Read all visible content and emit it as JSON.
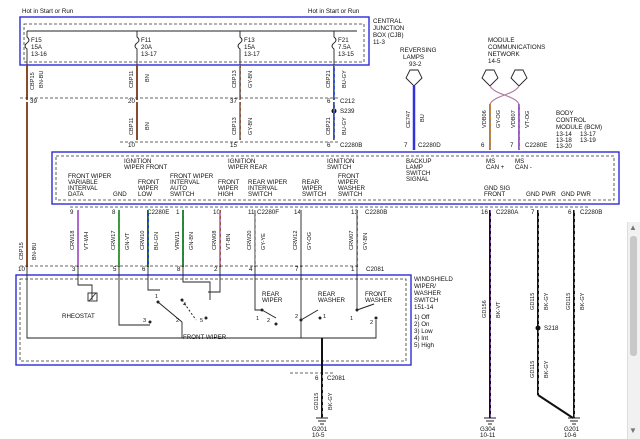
{
  "diagram": {
    "top_labels": [
      "Hot in Start or Run",
      "Hot in Start or Run"
    ],
    "cjb": {
      "title": [
        "CENTRAL",
        "JUNCTION",
        "BOX (CJB)",
        "11-3"
      ]
    },
    "fuses": [
      {
        "name": "F15",
        "amps": "15A",
        "ref": "13-16"
      },
      {
        "name": "F11",
        "amps": "20A",
        "ref": "13-17"
      },
      {
        "name": "F13",
        "amps": "15A",
        "ref": "13-17"
      },
      {
        "name": "F21",
        "amps": "7.5A",
        "ref": "13-15"
      }
    ],
    "upper_wires": [
      {
        "circuit": "CBP15",
        "color": "BN-BU",
        "pin": "39"
      },
      {
        "circuit": "CBP11",
        "color": "BN",
        "pin": "20"
      },
      {
        "circuit": "CBP13",
        "color": "GY-BN",
        "pin": "37"
      },
      {
        "circuit": "CBP21",
        "color": "BU-GY",
        "pin": "6"
      }
    ],
    "connector_c212": "C212",
    "splice_s239": "S239",
    "mid_wires": [
      {
        "circuit": "CBP11",
        "color": "BN",
        "pin": "10"
      },
      {
        "circuit": "CBP13",
        "color": "GY-BN",
        "pin": "15"
      },
      {
        "circuit": "CBP21",
        "color": "BU-GY",
        "pin": "6"
      }
    ],
    "connector_c2280b": "C2280B",
    "reversing_lamps": {
      "title": [
        "REVERSING",
        "LAMPS"
      ],
      "ref": "93-2",
      "circuit": "CE747",
      "color": "BU",
      "pin": "7",
      "connector": "C2280D"
    },
    "module_comm": {
      "title": [
        "MODULE",
        "COMMUNICATIONS",
        "NETWORK"
      ],
      "ref": "14-5",
      "wires": [
        {
          "circuit": "VDB06",
          "color": "GY-OG"
        },
        {
          "circuit": "VDB07",
          "color": "VT-OG"
        }
      ],
      "pins": [
        "6",
        "7"
      ],
      "connector": "C2280E"
    },
    "bcm": {
      "title": [
        "BODY",
        "CONTROL",
        "MODULE (BCM)"
      ],
      "refs": [
        "13-14",
        "13-17",
        "13-18",
        "13-19",
        "13-20"
      ]
    },
    "bcm_inputs": [
      [
        "IGNITION",
        "WIPER FRONT"
      ],
      [
        "IGNITION",
        "WIPER REAR"
      ],
      [
        "IGNITION",
        "SWITCH"
      ],
      [
        "BACKUP",
        "LAMP",
        "SWITCH",
        "SIGNAL"
      ],
      [
        "MS",
        "CAN +"
      ],
      [
        "MS",
        "CAN -"
      ]
    ],
    "bcm_outputs": [
      [
        "FRONT WIPER",
        "VARIABLE",
        "INTERVAL",
        "DATA"
      ],
      [
        "GND"
      ],
      [
        "FRONT",
        "WIPER",
        "LOW"
      ],
      [
        "FRONT WIPER",
        "INTERVAL",
        "AUTO",
        "SWITCH"
      ],
      [
        "FRONT",
        "WIPER",
        "HIGH"
      ],
      [
        "REAR WIPER",
        "INTERVAL",
        "SWITCH"
      ],
      [
        "REAR",
        "WIPER",
        "SWITCH"
      ],
      [
        "FRONT",
        "WIPER",
        "WASHER",
        "SWITCH"
      ],
      [
        "GND SIG",
        "FRONT"
      ],
      [
        "GND PWR"
      ],
      [
        "GND PWR"
      ]
    ],
    "bcm_pins": [
      "9",
      "8",
      "C2280E",
      "1",
      "10",
      "11",
      "C2280F",
      "14",
      "13",
      "C2280B",
      "16",
      "C2280A",
      "7",
      "6",
      "C2280B"
    ],
    "lower_wires": [
      {
        "circuit": "CBP15",
        "color": "BN-BU"
      },
      {
        "circuit": "CRW18",
        "color": "VT-WH"
      },
      {
        "circuit": "CRW17",
        "color": "GN-VT"
      },
      {
        "circuit": "CRW10",
        "color": "BU-GN"
      },
      {
        "circuit": "VRW11",
        "color": "GN-BN"
      },
      {
        "circuit": "CRW08",
        "color": "VT-BN"
      },
      {
        "circuit": "CRW20",
        "color": "GY-YE"
      },
      {
        "circuit": "CRW12",
        "color": "GY-OG"
      },
      {
        "circuit": "CRW07",
        "color": "GY-BN"
      },
      {
        "circuit": "GD156",
        "color": "BK-VT"
      },
      {
        "circuit": "GD115",
        "color": "BK-GY"
      },
      {
        "circuit": "GD115",
        "color": "BK-GY"
      },
      {
        "circuit": "GD115",
        "color": "BK-GY"
      },
      {
        "circuit": "GD115",
        "color": "BK-GY"
      }
    ],
    "switch_pins": [
      "10",
      "3",
      "5",
      "6",
      "8",
      "2",
      "4",
      "7",
      "1"
    ],
    "connector_c2081": "C2081",
    "wws": {
      "title": [
        "WINDSHIELD",
        "WIPER/",
        "WASHER",
        "SWITCH"
      ],
      "ref": "151-14",
      "legend": [
        "1) Off",
        "2) On",
        "3) Low",
        "4) Int",
        "5) High"
      ]
    },
    "switch_labels": [
      "RHEOSTAT",
      "FRONT WIPER",
      "REAR",
      "WIPER",
      "REAR",
      "WASHER",
      "FRONT",
      "WASHER"
    ],
    "splice_s218": "S218",
    "grounds": [
      {
        "name": "G201",
        "ref": "10-5"
      },
      {
        "name": "G304",
        "ref": "10-11"
      },
      {
        "name": "G201",
        "ref": "10-6"
      }
    ],
    "bottom_pin": "6",
    "bottom_connector": "C2081"
  }
}
